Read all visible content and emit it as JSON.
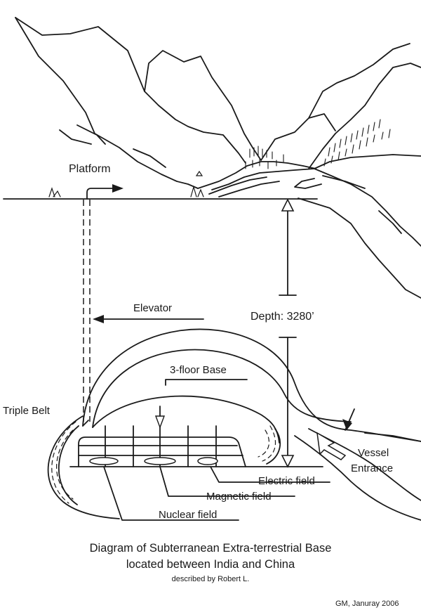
{
  "labels": {
    "platform": "Platform",
    "elevator": "Elevator",
    "depth": "Depth: 3280’",
    "three_floor_base": "3-floor Base",
    "triple_belt": "Triple Belt",
    "vessel": "Vessel",
    "entrance": "Entrance",
    "electric_field": "Electric field",
    "magnetic_field": "Magnetic field",
    "nuclear_field": "Nuclear field"
  },
  "caption": {
    "line1": "Diagram of Subterranean Extra-terrestrial Base",
    "line2": "located between India and China",
    "line3": "described by Robert L."
  },
  "credit": "GM, Januray 2006"
}
